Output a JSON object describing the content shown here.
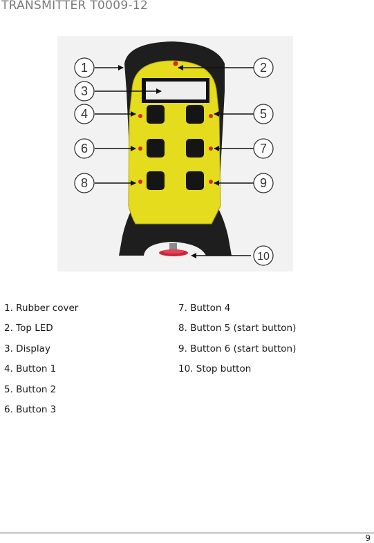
{
  "header": {
    "title": "TRANSMITTER T0009-12"
  },
  "figure": {
    "callouts": [
      "1",
      "2",
      "3",
      "4",
      "5",
      "6",
      "7",
      "8",
      "9",
      "10"
    ]
  },
  "legend": {
    "left": [
      "1. Rubber cover",
      "2. Top LED",
      "3. Display",
      "4. Button 1",
      "5. Button 2",
      "6. Button 3"
    ],
    "right": [
      "7. Button 4",
      "8. Button 5 (start button)",
      "9. Button 6 (start button)",
      "10. Stop button"
    ]
  },
  "footer": {
    "page_number": "9"
  },
  "colors": {
    "body_yellow": "#e4dc1c",
    "rubber": "#1e1e1e",
    "background_panel": "#f2f2f2",
    "led_red": "#d42a1a",
    "stop_button": "#c8283c"
  }
}
